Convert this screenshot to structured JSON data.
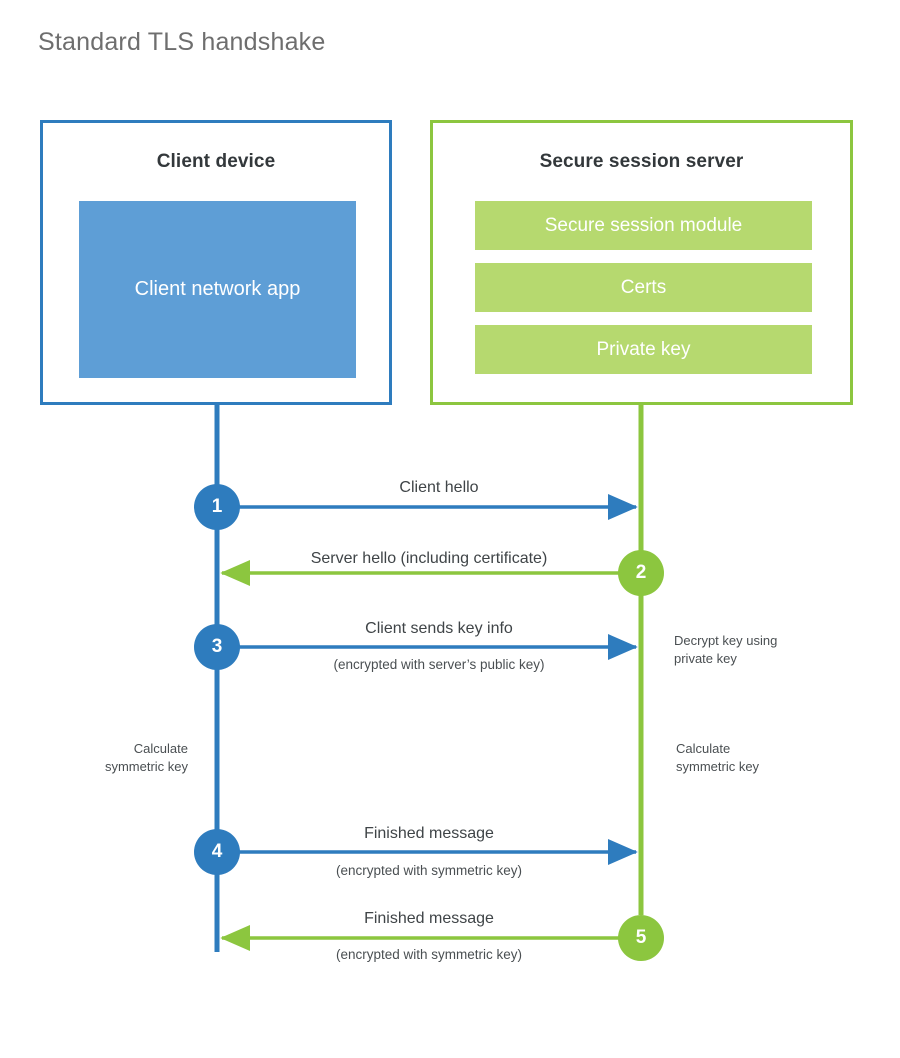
{
  "title": "Standard TLS handshake",
  "colors": {
    "client_accent": "#2e7cbe",
    "server_accent": "#8cc63f",
    "client_fill": "#5e9ed6",
    "server_fill": "#b6d96f",
    "title_text": "#6e6e6e",
    "body_text": "#3f4447",
    "background": "#ffffff"
  },
  "client": {
    "title": "Client device",
    "app_label": "Client network app"
  },
  "server": {
    "title": "Secure session server",
    "modules": [
      {
        "label": "Secure session module"
      },
      {
        "label": "Certs"
      },
      {
        "label": "Private key"
      }
    ]
  },
  "steps": [
    {
      "number": "1",
      "label": "Client hello",
      "sub": "",
      "direction": "client-to-server",
      "color": "blue"
    },
    {
      "number": "2",
      "label": "Server hello (including certificate)",
      "sub": "",
      "direction": "server-to-client",
      "color": "green"
    },
    {
      "number": "3",
      "label": "Client sends key info",
      "sub": "(encrypted with server’s public key)",
      "direction": "client-to-server",
      "color": "blue"
    },
    {
      "number": "4",
      "label": "Finished message",
      "sub": "(encrypted with symmetric key)",
      "direction": "client-to-server",
      "color": "blue"
    },
    {
      "number": "5",
      "label": "Finished message",
      "sub": "(encrypted with symmetric key)",
      "direction": "server-to-client",
      "color": "green"
    }
  ],
  "notes": {
    "decrypt_key": "Decrypt key using\nprivate key",
    "calculate_symmetric_key_client": "Calculate\nsymmetric key",
    "calculate_symmetric_key_server": "Calculate\nsymmetric key"
  }
}
